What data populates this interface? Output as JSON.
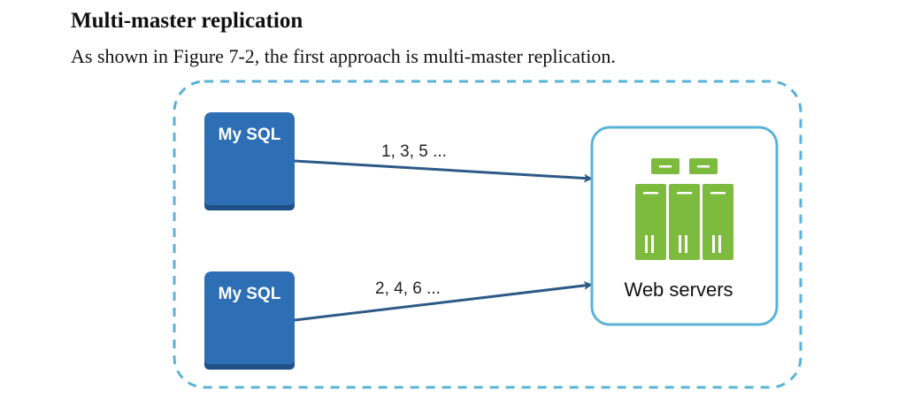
{
  "section": {
    "title": "Multi-master replication",
    "intro": "As shown in Figure 7-2, the first approach is multi-master replication."
  },
  "diagram": {
    "databases": [
      {
        "label": "My SQL"
      },
      {
        "label": "My SQL"
      }
    ],
    "edges": [
      {
        "from": "db1",
        "to": "web",
        "label": "1, 3, 5 ..."
      },
      {
        "from": "db2",
        "to": "web",
        "label": "2, 4, 6 ..."
      }
    ],
    "web": {
      "label": "Web servers",
      "icon": "server-rack-icon"
    },
    "colors": {
      "db_fill": "#2e6eb5",
      "db_shadow": "#1e4f87",
      "edge": "#2c5a86",
      "frame": "#5ab3d6",
      "web_border": "#5ab3d6",
      "server_fill": "#7dbb3f"
    }
  }
}
